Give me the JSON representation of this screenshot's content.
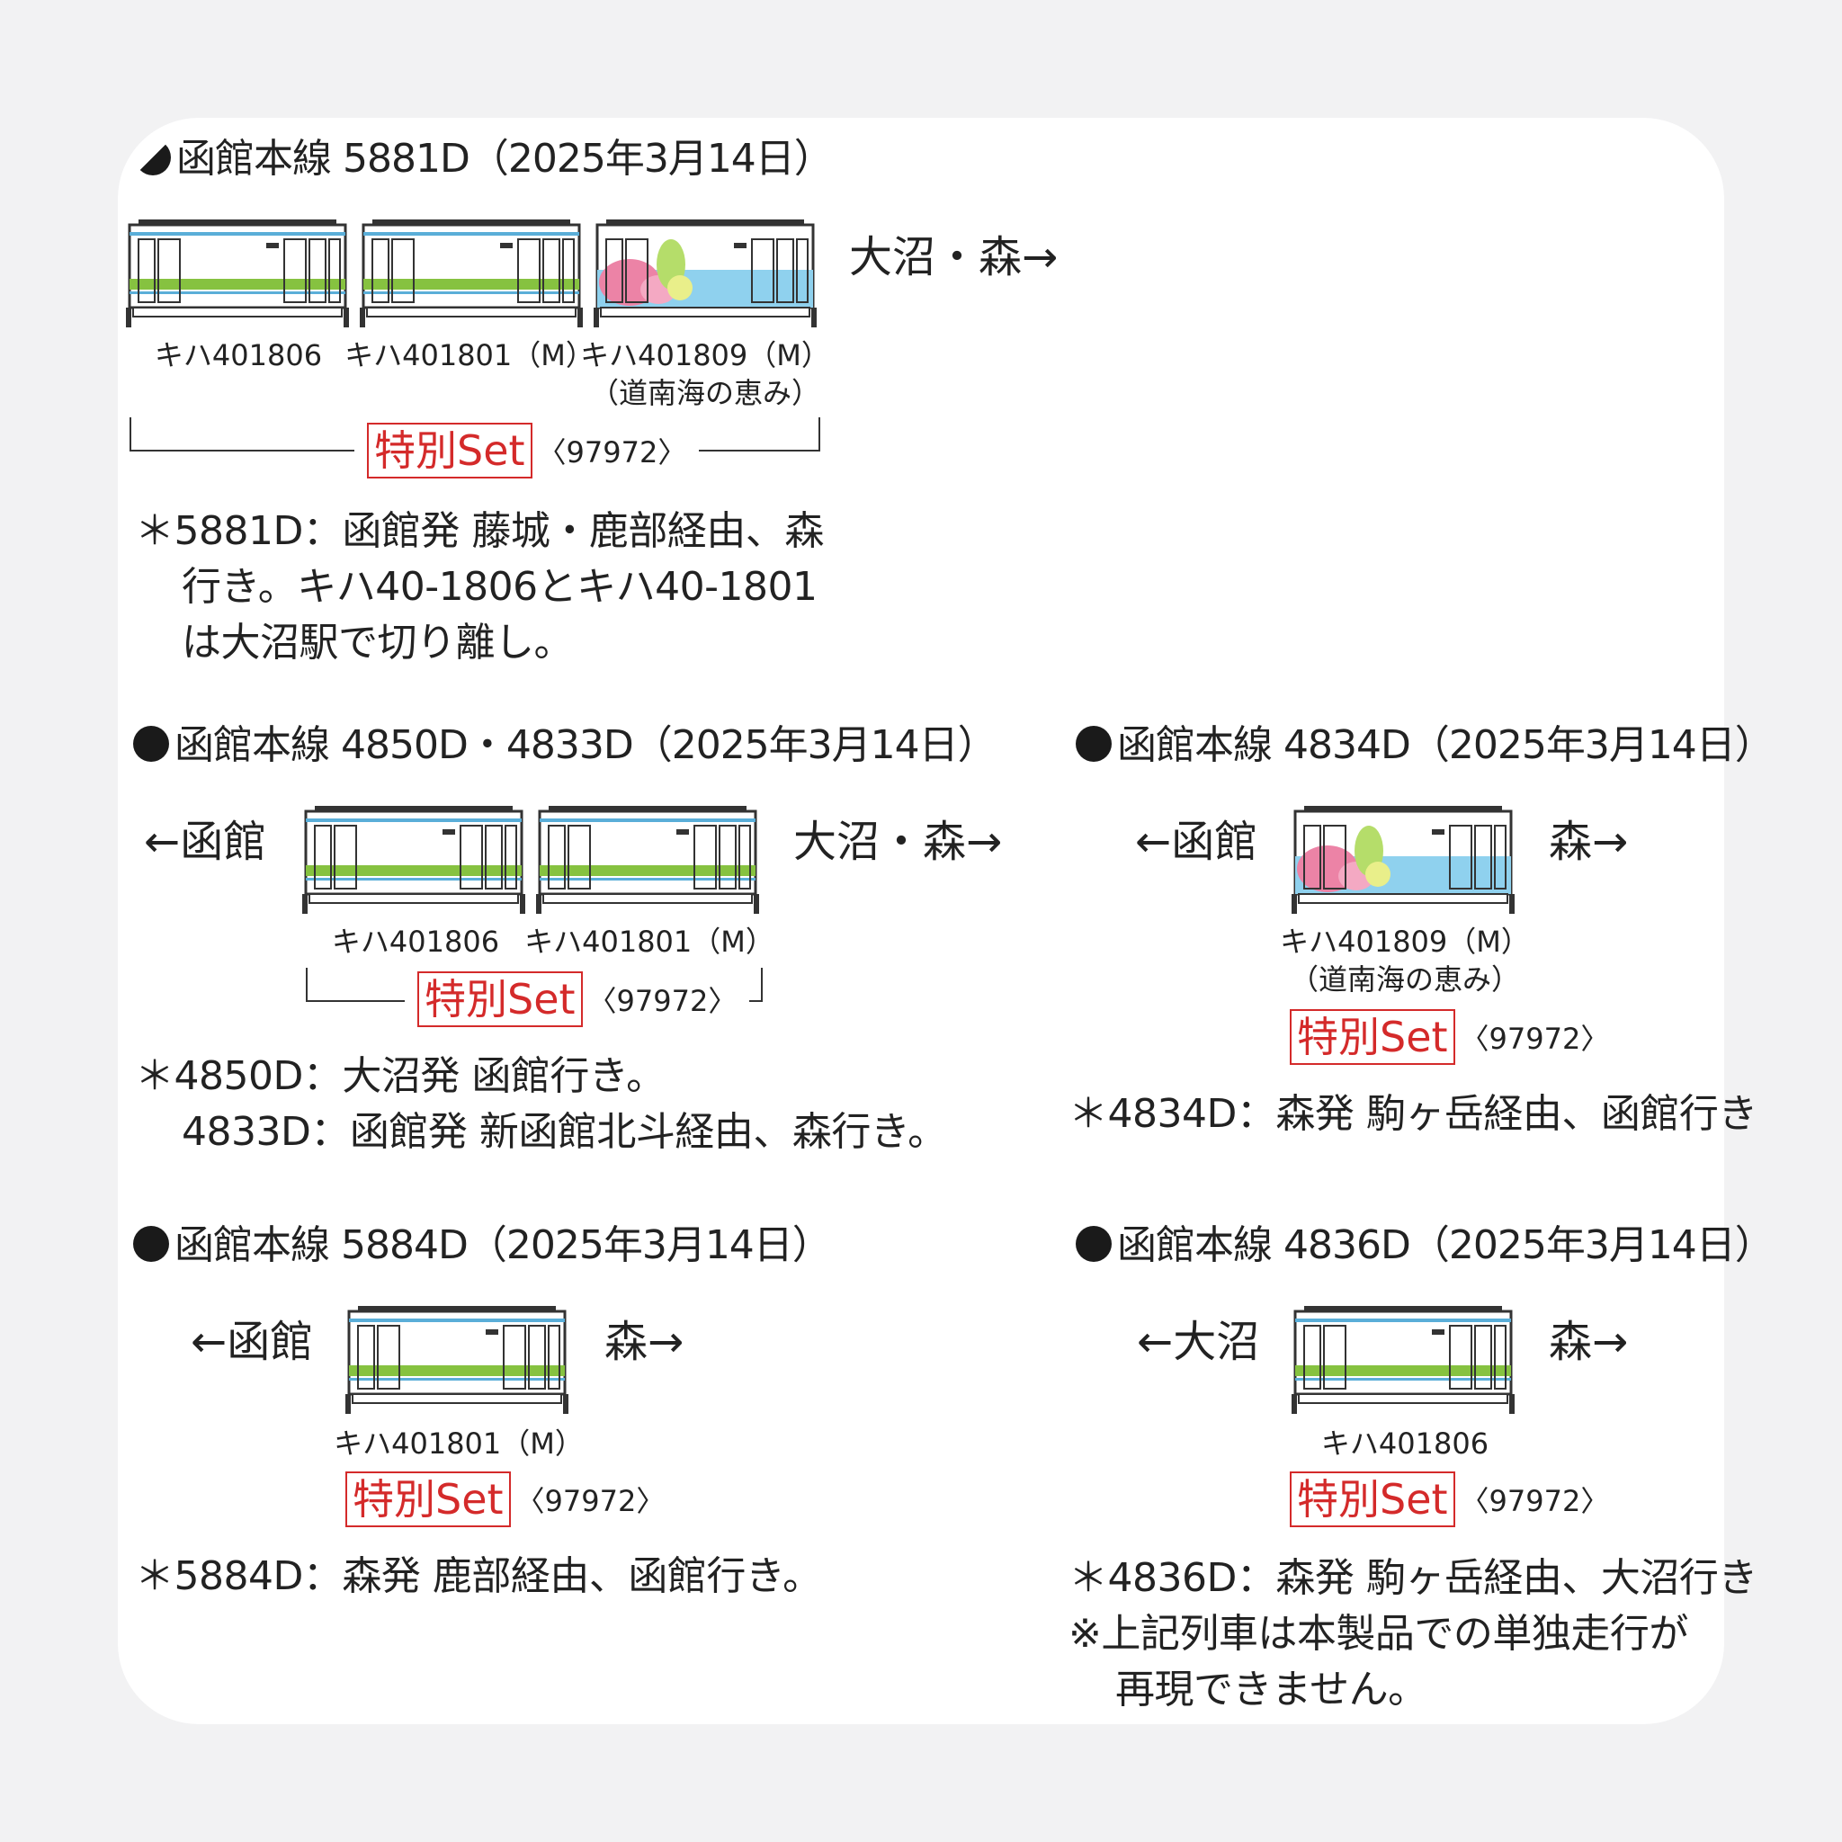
{
  "colors": {
    "accent_red": "#d42a2a",
    "green_stripe": "#86c240",
    "blue_stripe": "#5aaed8",
    "pink": "#ec83a6",
    "sky": "#8fd1ee"
  },
  "s1": {
    "title": "函館本線 5881D（2025年3月14日）",
    "dir_right": "大沼・森→",
    "car1": "キハ401806",
    "car2": "キハ401801（M）",
    "car3": "キハ401809（M）",
    "car3_sub": "（道南海の恵み）",
    "set_label": "特別Set",
    "set_code": "〈97972〉",
    "note": [
      "＊5881D：函館発 藤城・鹿部経由、森",
      "行き。キハ40-1806とキハ40-1801",
      "は大沼駅で切り離し。"
    ]
  },
  "s2": {
    "title": "函館本線 4850D・4833D（2025年3月14日）",
    "dir_left": "←函館",
    "dir_right": "大沼・森→",
    "car1": "キハ401806",
    "car2": "キハ401801（M）",
    "set_label": "特別Set",
    "set_code": "〈97972〉",
    "note": [
      "＊4850D：大沼発 函館行き。",
      "4833D：函館発 新函館北斗経由、森行き。"
    ]
  },
  "s3": {
    "title": "函館本線 4834D（2025年3月14日）",
    "dir_left": "←函館",
    "dir_right": "森→",
    "car1": "キハ401809（M）",
    "car1_sub": "（道南海の恵み）",
    "set_label": "特別Set",
    "set_code": "〈97972〉",
    "note": [
      "＊4834D：森発 駒ヶ岳経由、函館行き"
    ]
  },
  "s4": {
    "title": "函館本線 5884D（2025年3月14日）",
    "dir_left": "←函館",
    "dir_right": "森→",
    "car1": "キハ401801（M）",
    "set_label": "特別Set",
    "set_code": "〈97972〉",
    "note": [
      "＊5884D：森発 鹿部経由、函館行き。"
    ]
  },
  "s5": {
    "title": "函館本線 4836D（2025年3月14日）",
    "dir_left": "←大沼",
    "dir_right": "森→",
    "car1": "キハ401806",
    "set_label": "特別Set",
    "set_code": "〈97972〉",
    "note": [
      "＊4836D：森発 駒ヶ岳経由、大沼行き",
      "※上記列車は本製品での単独走行が",
      "再現できません。"
    ]
  }
}
